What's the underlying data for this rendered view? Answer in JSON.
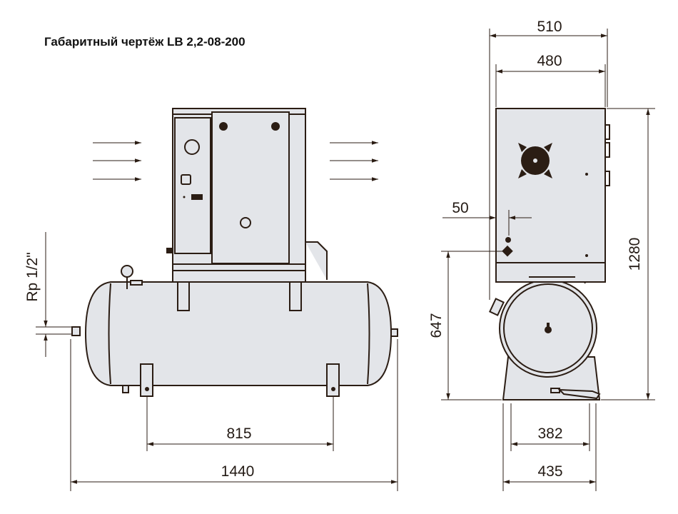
{
  "title": "Габаритный чертёж LB 2,2-08-200",
  "dimensions": {
    "front_feet_spacing": "815",
    "front_total_length": "1440",
    "connection_thread": "Rp 1/2\"",
    "side_total_width": "510",
    "side_cabinet_width": "480",
    "side_total_height": "1280",
    "side_tank_height": "647",
    "side_offset": "50",
    "side_feet_inner": "382",
    "side_feet_outer": "435"
  },
  "colors": {
    "line": "#2b1d14",
    "fill": "#e3e5e9"
  }
}
